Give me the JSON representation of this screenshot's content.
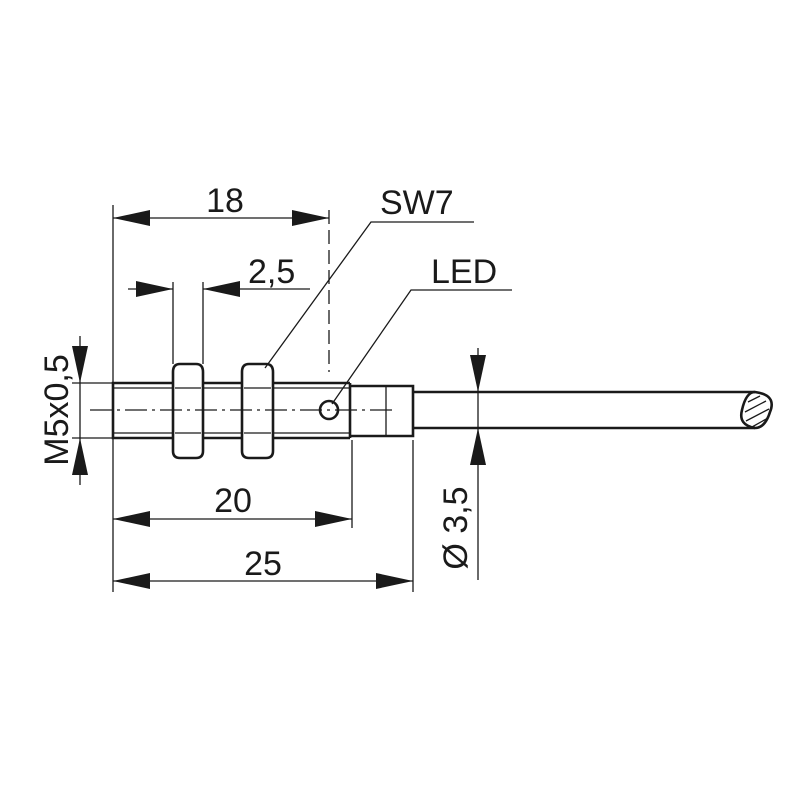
{
  "labels": {
    "length_18": "18",
    "nut_width": "2,5",
    "wrench_size": "SW7",
    "led": "LED",
    "thread": "M5x0,5",
    "length_20": "20",
    "length_25": "25",
    "cable_diameter": "Ø 3,5"
  },
  "colors": {
    "line": "#1a1a1a",
    "background": "#ffffff"
  }
}
